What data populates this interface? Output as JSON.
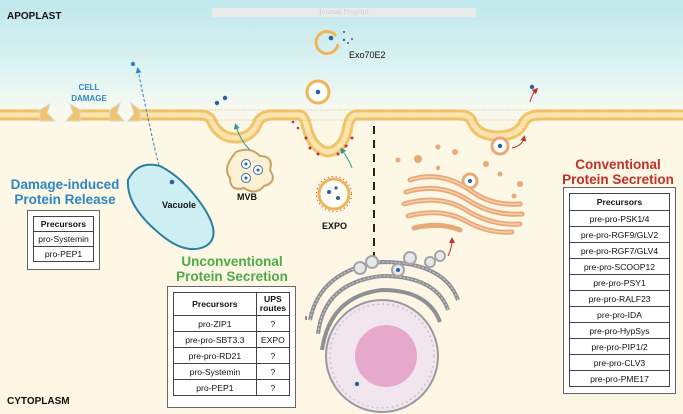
{
  "header_bar": "Journal Preprint",
  "regions": {
    "apoplast": "APOPLAST",
    "cytoplasm": "CYTOPLASM"
  },
  "labels": {
    "cell_damage": "CELL\nDAMAGE",
    "vacuole": "Vacuole",
    "mvb": "MVB",
    "expo": "EXPO",
    "exo70e2": "Exo70E2"
  },
  "damage": {
    "title": "Damage-induced\nProtein Release",
    "header": "Precursors",
    "rows": [
      "pro-Systemin",
      "pro-PEP1"
    ]
  },
  "ups": {
    "title": "Unconventional\nProtein Secretion",
    "headers": [
      "Precursors",
      "UPS\nroutes"
    ],
    "rows": [
      [
        "pro-ZIP1",
        "?"
      ],
      [
        "pre-pro-SBT3.3",
        "EXPO"
      ],
      [
        "pre-pro-RD21",
        "?"
      ],
      [
        "pro-Systemin",
        "?"
      ],
      [
        "pro-PEP1",
        "?"
      ]
    ]
  },
  "conventional": {
    "title": "Conventional\nProtein Secretion",
    "header": "Precursors",
    "rows": [
      "pre-pro-PSK1/4",
      "pre-pro-RGF9/GLV2",
      "pre-pro-RGF7/GLV4",
      "pre-pro-SCOOP12",
      "pre-pro-PSY1",
      "pre-pro-RALF23",
      "pre-pro-IDA",
      "pre-pro-HypSys",
      "pre-pro-PIP1/2",
      "pre-pro-CLV3",
      "pre-pro-PME17"
    ]
  },
  "colors": {
    "blue": "#2d86c5",
    "green": "#4bab46",
    "red": "#c2302b",
    "membrane": "#f2c46a",
    "golgi": "#e9a877",
    "nucleus": "#e6a9cc"
  }
}
